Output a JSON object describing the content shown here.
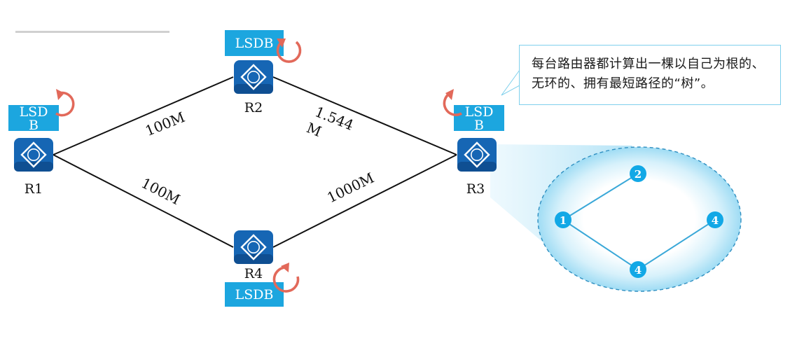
{
  "routers": [
    {
      "id": "r1",
      "label": "R1",
      "lsdb": "LSDB"
    },
    {
      "id": "r2",
      "label": "R2",
      "lsdb": "LSDB"
    },
    {
      "id": "r3",
      "label": "R3",
      "lsdb": "LSDB"
    },
    {
      "id": "r4",
      "label": "R4",
      "lsdb": "LSDB"
    }
  ],
  "links": [
    {
      "from": "R1",
      "to": "R2",
      "bandwidth": "100M"
    },
    {
      "from": "R2",
      "to": "R3",
      "bandwidth_line1": "1.544",
      "bandwidth_line2": "M"
    },
    {
      "from": "R1",
      "to": "R4",
      "bandwidth": "100M"
    },
    {
      "from": "R4",
      "to": "R3",
      "bandwidth": "1000M"
    }
  ],
  "router_glyph": "R",
  "tree_nodes": [
    "1",
    "2",
    "4",
    "4"
  ],
  "callout": {
    "text": "每台路由器都计算出一棵以自己为根的、无环的、拥有最短路径的“树”。"
  },
  "colors": {
    "router_fill": "#1666b4",
    "lsdb_fill": "#1ca6df",
    "refresh_arrow": "#e2695a",
    "tree_node": "#12a8e6",
    "tree_edge": "#3aa8d8",
    "callout_border": "#7fd0ec",
    "link": "#111111"
  },
  "icons": [
    "router-icon",
    "refresh-arrow-icon"
  ]
}
